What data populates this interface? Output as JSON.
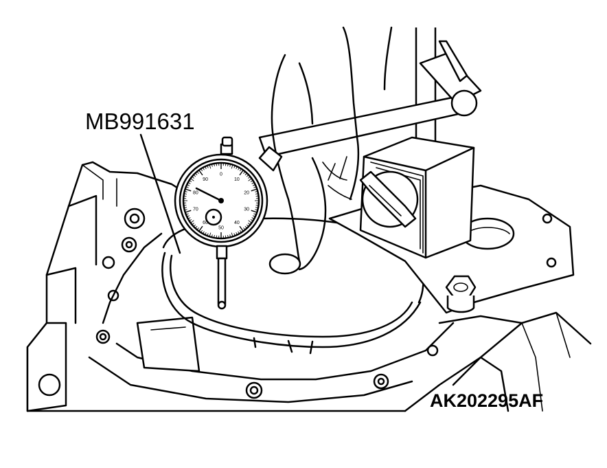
{
  "callout_label": "MB991631",
  "figure_id": "AK202295AF",
  "dial": {
    "scale_numbers": [
      "0",
      "10",
      "20",
      "30",
      "40",
      "50",
      "60",
      "70",
      "80",
      "90"
    ]
  },
  "colors": {
    "ink": "#000000",
    "paper": "#ffffff"
  }
}
